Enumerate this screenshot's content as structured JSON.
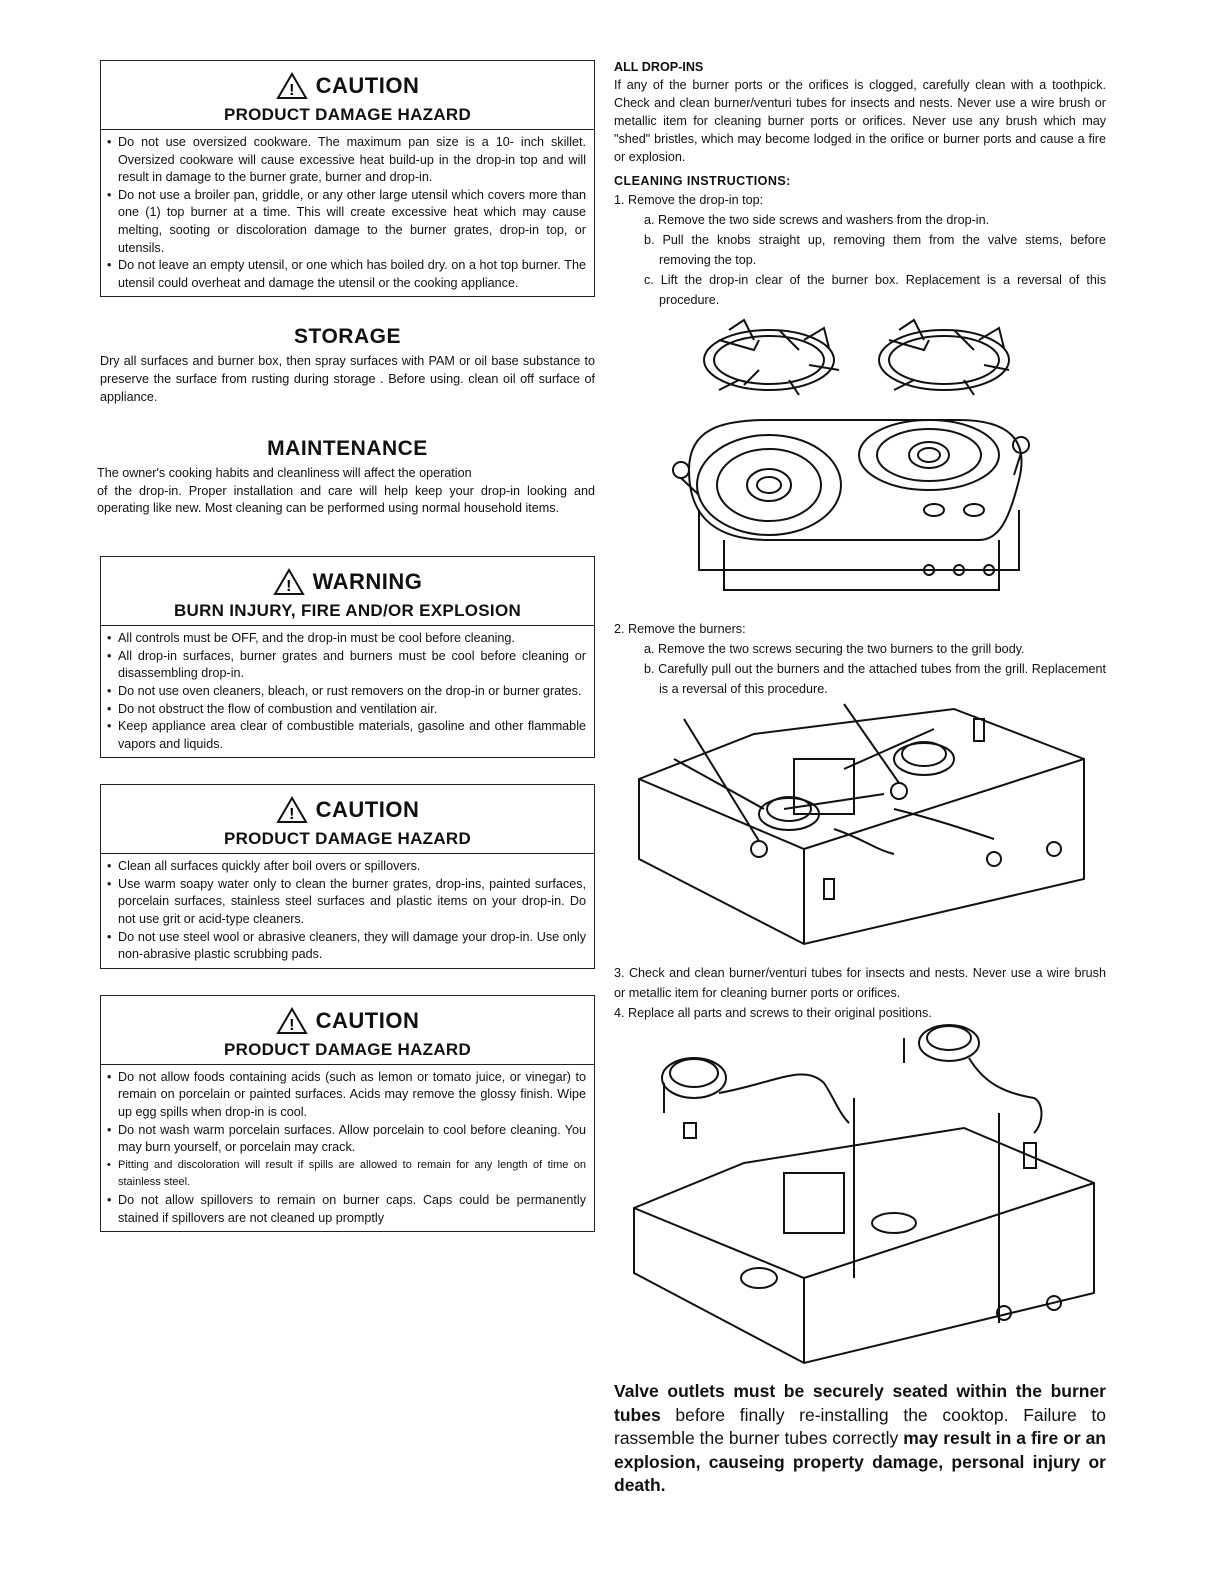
{
  "caution1": {
    "signal": "CAUTION",
    "hazard": "PRODUCT DAMAGE HAZARD",
    "items": [
      "Do not use oversized cookware. The maximum pan size is a 10- inch skillet. Oversized cookware will cause excessive heat build-up in the drop-in top and will result in damage to the burner grate, burner and drop-in.",
      "Do not use a broiler pan, griddle, or any other large utensil which covers more than one (1) top burner at a time. This will create excessive heat which may cause melting, sooting or discoloration damage to the burner grates, drop-in top, or utensils.",
      "Do not leave an empty utensil, or one which has boiled dry. on a hot top burner. The utensil could overheat and damage the utensil or the cooking appliance."
    ]
  },
  "storage": {
    "title": "STORAGE",
    "text": "Dry all surfaces and burner box, then spray surfaces with PAM or oil base substance to preserve the surface from rusting during storage . Before using. clean oil off surface of appliance."
  },
  "maintenance": {
    "title": "MAINTENANCE",
    "line1": "The owner's cooking habits and cleanliness will affect the operation",
    "text": "of the drop-in. Proper installation and care will help keep your drop-in looking and operating like new. Most cleaning can be performed using normal household items."
  },
  "warning": {
    "signal": "WARNING",
    "hazard": "BURN INJURY, FIRE AND/OR EXPLOSION",
    "items": [
      "All controls must be OFF, and the drop-in must be cool before cleaning.",
      "All drop-in surfaces, burner grates and burners must be cool before cleaning or disassembling drop-in.",
      "Do not use oven cleaners, bleach, or rust removers on the drop-in or burner grates.",
      "Do not obstruct the flow of combustion and ventilation air.",
      "Keep appliance area clear of combustible materials, gasoline and other flammable vapors and liquids."
    ]
  },
  "caution2": {
    "signal": "CAUTION",
    "hazard": "PRODUCT DAMAGE HAZARD",
    "items": [
      "Clean all surfaces quickly after boil overs or spillovers.",
      "Use warm soapy water only to clean the burner grates, drop-ins, painted surfaces, porcelain surfaces, stainless steel surfaces and plastic items on your drop-in. Do not use grit or acid-type cleaners.",
      "Do not use steel wool or abrasive cleaners, they will damage your drop-in. Use only non-abrasive plastic scrubbing pads."
    ]
  },
  "caution3": {
    "signal": "CAUTION",
    "hazard": "PRODUCT DAMAGE HAZARD",
    "items": [
      "Do not allow foods containing acids (such as lemon or tomato juice, or vinegar) to remain on porcelain or painted surfaces. Acids may remove the glossy finish. Wipe up egg spills when drop-in is cool.",
      "Do not wash warm porcelain surfaces. Allow porcelain to cool before cleaning. You may burn yourself, or porcelain may crack.",
      "Pitting and discoloration will result if spills are allowed to remain for any length of time on stainless steel.",
      "Do not allow spillovers to remain on burner caps. Caps could be permanently stained if spillovers are not cleaned up promptly"
    ]
  },
  "dropins": {
    "title": "ALL DROP-INS",
    "text": "If any of the burner ports or the orifices is clogged, carefully clean with a toothpick. Check and clean burner/venturi tubes for insects and nests. Never use a wire brush or metallic item for cleaning burner ports or orifices. Never use any brush which may \"shed\" bristles, which may become lodged in the orifice or burner ports and cause a fire or explosion."
  },
  "cleaning": {
    "title": "CLEANING INSTRUCTIONS:",
    "step1": "1. Remove the drop-in top:",
    "step1a": "a. Remove the two side screws and washers from the drop-in.",
    "step1b": "b. Pull the knobs straight up, removing them from the valve stems, before removing the top.",
    "step1c": "c. Lift the drop-in clear of the burner box. Replacement is a reversal of this procedure.",
    "step2": "2. Remove the burners:",
    "step2a": "a. Remove the two screws securing the two burners to the grill body.",
    "step2b": "b. Carefully pull out the burners and the attached tubes from the grill. Replacement is a reversal of this procedure.",
    "step3": "3. Check and clean burner/venturi tubes for insects and nests. Never use a wire brush or metallic item for cleaning burner ports or orifices.",
    "step4": "4. Replace all parts and screws to their original positions."
  },
  "final": {
    "b1": "Valve outlets must be securely seated within the burner tubes",
    "n1": " before finally re-installing the cooktop. Failure to rassemble the burner tubes correctly ",
    "b2": "may result in a fire or an explosion, causeing property damage, personal injury or death."
  }
}
